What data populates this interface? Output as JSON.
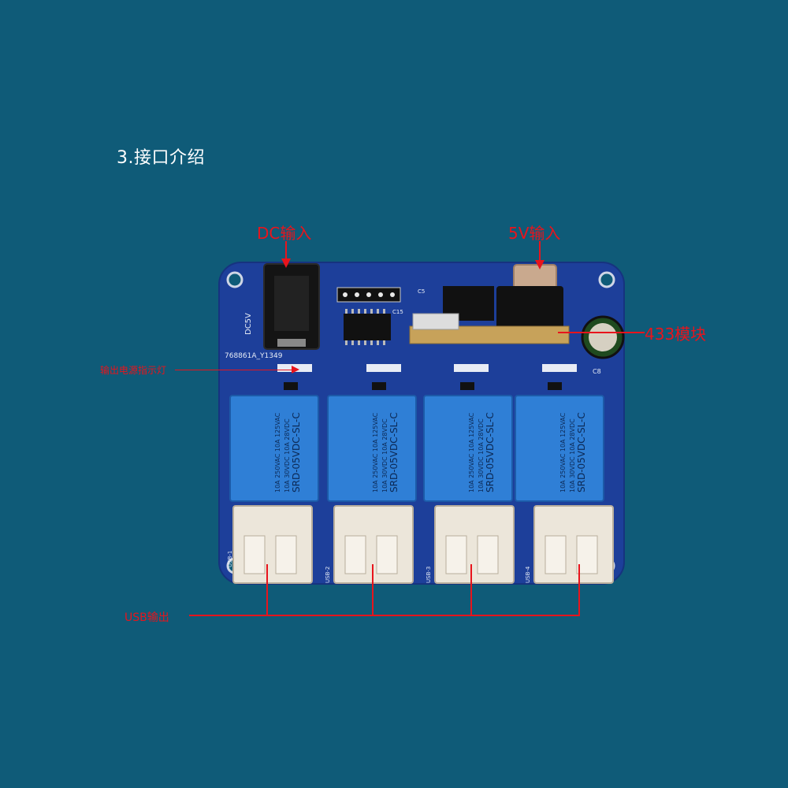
{
  "title": "3.接口介绍",
  "labels": {
    "dc_input": "DC输入",
    "v5_input": "5V输入",
    "module_433": "433模块",
    "power_indicator": "输出电源指示灯",
    "usb_output": "USB输出"
  },
  "board": {
    "silkscreen_dc5v": "DC5V",
    "model": "768861A_Y1349",
    "relay_model": "SRD-05VDC-SL-C",
    "relay_rating_lines": [
      "10A 250VAC  10A 125VAC",
      "10A 30VDC  10A 28VDC"
    ],
    "relay_count": 4,
    "usb_labels": [
      "USB-1",
      "USB-2",
      "USB-3",
      "USB-4"
    ],
    "cap_label": "C8",
    "cap5_label": "C5",
    "c15_label": "C15"
  },
  "colors": {
    "background": "#0f5b78",
    "annotation": "#e8141c",
    "pcb": "#1d3f9a",
    "relay": "#2f7fd6"
  }
}
